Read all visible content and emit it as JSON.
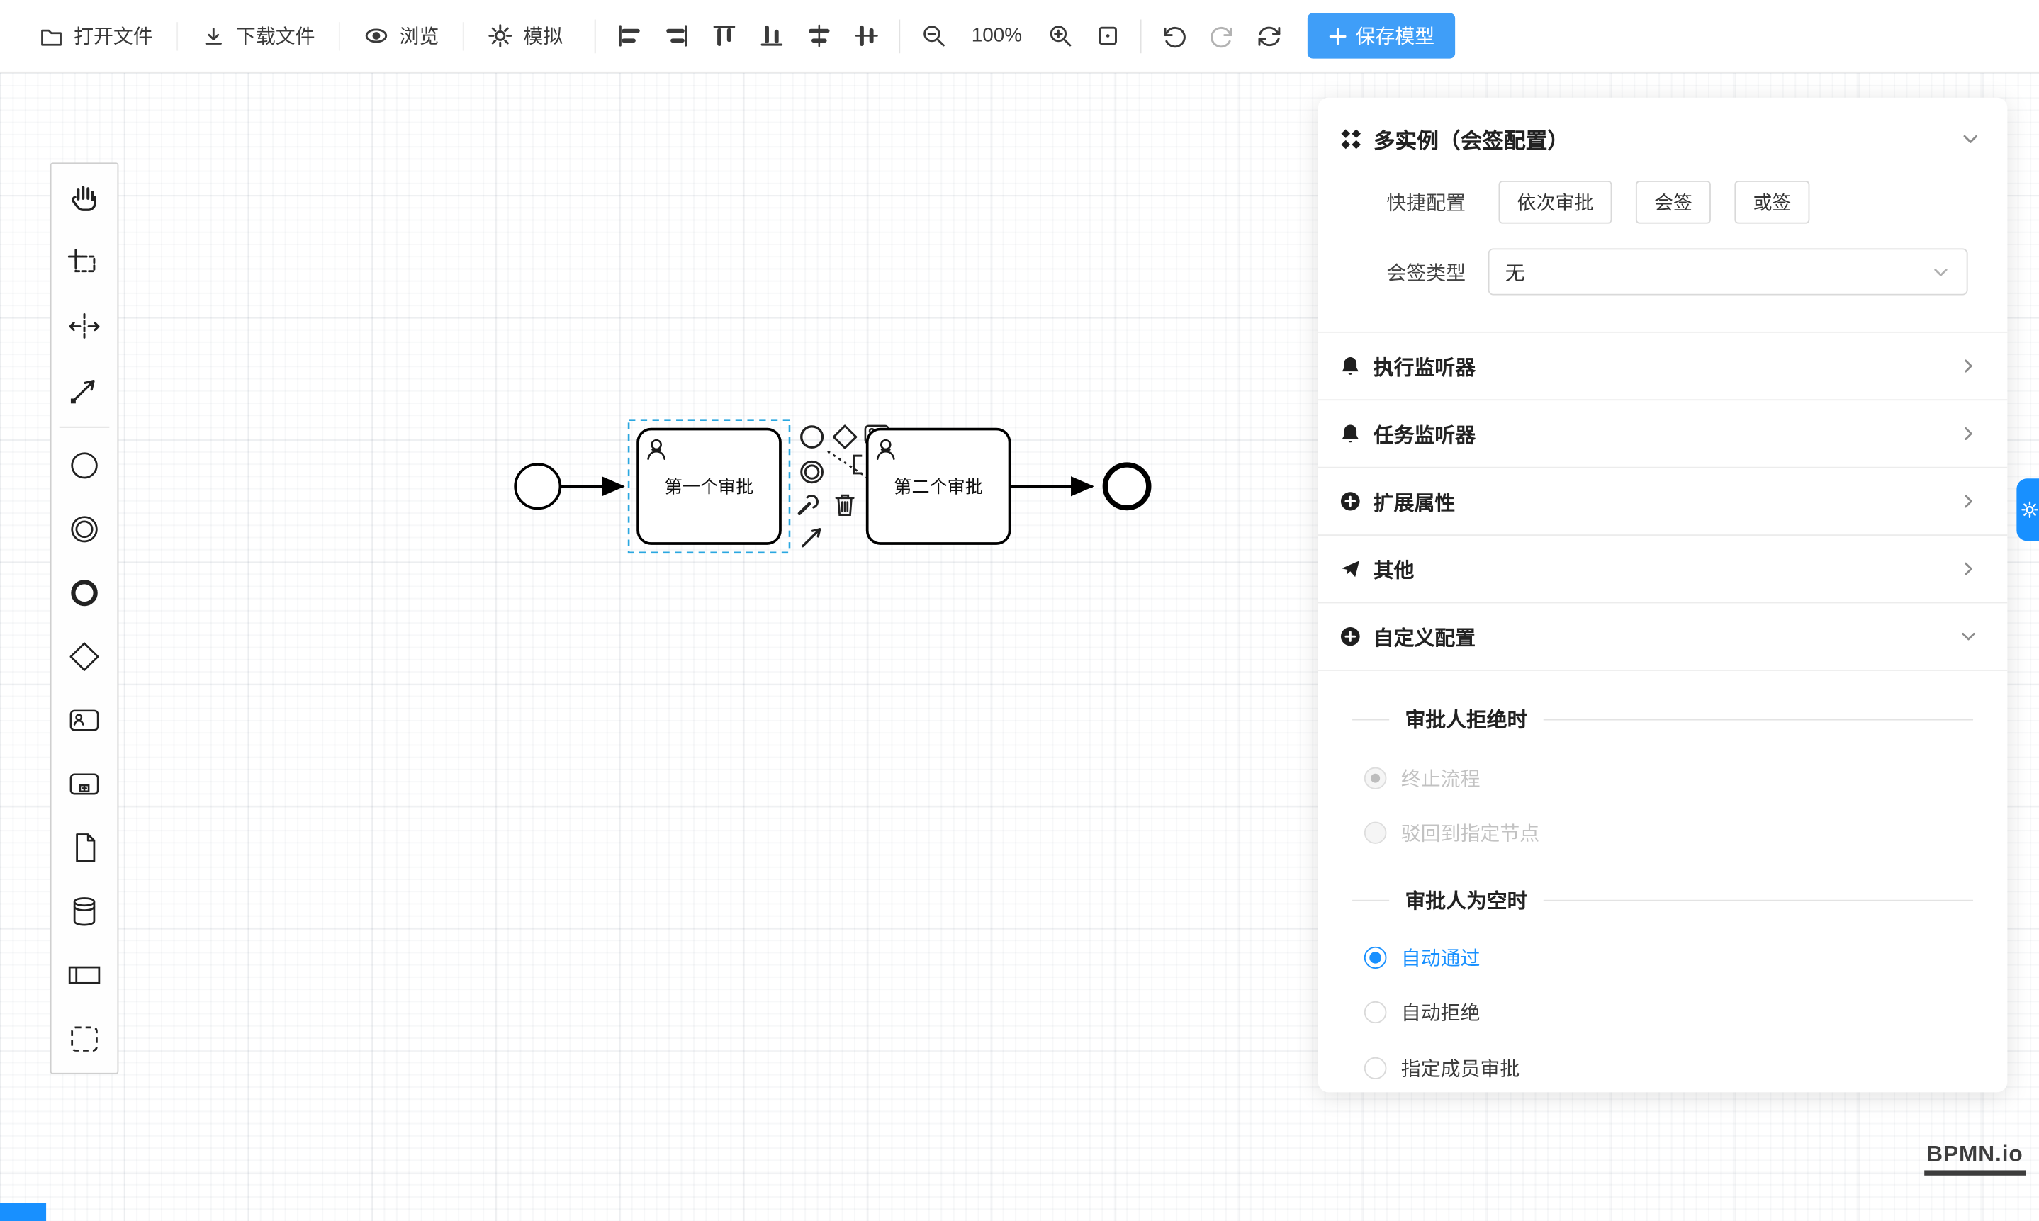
{
  "colors": {
    "accent": "#1890ff",
    "save_button": "#3f9ef8",
    "selection": "#2aa7e0"
  },
  "toolbar": {
    "open_label": "打开文件",
    "download_label": "下载文件",
    "preview_label": "浏览",
    "simulate_label": "模拟",
    "zoom_level": "100%",
    "save_label": "保存模型",
    "icons": [
      "folder-icon",
      "download-icon",
      "eye-icon",
      "gear-icon",
      "align-left-icon",
      "align-right-icon",
      "align-top-icon",
      "align-bottom-icon",
      "align-center-h-icon",
      "align-center-v-icon",
      "zoom-out-icon",
      "zoom-in-icon",
      "fit-viewport-icon",
      "undo-icon",
      "redo-icon",
      "refresh-icon",
      "plus-icon"
    ]
  },
  "palette": {
    "items": [
      "hand-tool",
      "lasso-tool",
      "space-tool",
      "global-connect-tool",
      "start-event",
      "intermediate-event",
      "end-event",
      "gateway",
      "user-task",
      "subprocess",
      "data-object",
      "data-store",
      "participant-pool",
      "group"
    ]
  },
  "diagram": {
    "task1_label": "第一个审批",
    "task2_label": "第二个审批",
    "context_pad": [
      "append-event",
      "append-gateway",
      "append-task",
      "append-intermediate-event",
      "text-annotation",
      "settings-wrench",
      "delete-trash",
      "connect-arrow"
    ]
  },
  "panel": {
    "title": "多实例（会签配置）",
    "quick_config": {
      "label": "快捷配置",
      "options": [
        "依次审批",
        "会签",
        "或签"
      ]
    },
    "sign_type": {
      "label": "会签类型",
      "value": "无"
    },
    "sections": [
      {
        "label": "执行监听器",
        "icon": "bell-icon"
      },
      {
        "label": "任务监听器",
        "icon": "bell-icon"
      },
      {
        "label": "扩展属性",
        "icon": "plus-circle-icon"
      },
      {
        "label": "其他",
        "icon": "send-icon"
      },
      {
        "label": "自定义配置",
        "icon": "plus-circle-icon"
      }
    ],
    "reject_group": {
      "header": "审批人拒绝时",
      "options": [
        {
          "label": "终止流程",
          "selected": true,
          "disabled": true
        },
        {
          "label": "驳回到指定节点",
          "selected": false,
          "disabled": true
        }
      ]
    },
    "empty_group": {
      "header": "审批人为空时",
      "options": [
        {
          "label": "自动通过",
          "selected": true,
          "disabled": false
        },
        {
          "label": "自动拒绝",
          "selected": false,
          "disabled": false
        },
        {
          "label": "指定成员审批",
          "selected": false,
          "disabled": false
        }
      ]
    }
  },
  "footer": {
    "logo": "BPMN.io"
  }
}
